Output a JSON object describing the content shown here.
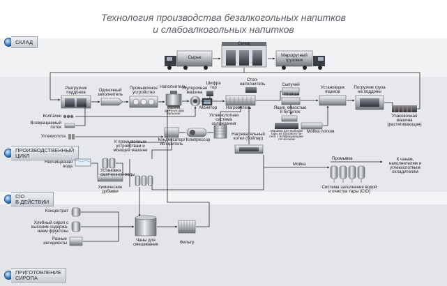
{
  "title": {
    "line1": "Технология производства безалкогольных напитков",
    "line2": "и слабоалкогольных напитков"
  },
  "sections": {
    "sklad": {
      "line1": "СКЛАД",
      "line2": ""
    },
    "cycle": {
      "line1": "ПРОИЗВОДСТВЕННЫЙ",
      "line2": "ЦИКЛ"
    },
    "cip": {
      "line1": "СIO",
      "line2": "В ДЕЙСТВИИ"
    },
    "syrup": {
      "line1": "ПРИГОТОВЛЕНИЕ",
      "line2": "СИРОПА"
    }
  },
  "warehouse": {
    "building": "Склад",
    "truck_raw": "Сырье",
    "truck_route_1": "Маршрутный",
    "truck_route_2": "грузовик"
  },
  "line": {
    "unloader_1": "Разгрузчик",
    "unloader_2": "поддонов",
    "single_filler_1": "Одиночный",
    "single_filler_2": "заполнитель",
    "washer_1": "Промывочное",
    "washer_2": "устройство",
    "filler": "Наполнитель",
    "capper_1": "Укупорочная",
    "capper_2": "машина",
    "coder_1": "Шифра",
    "coder_2": "тор",
    "stop_filler_1": "Стоп-",
    "stop_filler_2": "наполнитель",
    "unloader2": "Сыпучий",
    "box_installer_1": "Установщик",
    "box_installer_2": "ящиков",
    "pallet_loader_1": "Погрузчик груза",
    "pallet_loader_2": "на поддоны",
    "wrapper_1": "Упаковочная",
    "wrapper_2": "машина",
    "wrapper_3": "(растягивающая)",
    "bottle_note_1": "Машины",
    "bottle_note_2": "для укупорки",
    "bottle_note_3": "бутылок",
    "monitor": "Монитор",
    "heater": "Нагреватель",
    "valve": "Клапан",
    "box_1": "Ящик, емкостью",
    "box_2": "8 бутылок",
    "box_washer": "Мойка лотков",
    "return_machine_1": "Машина для выборки",
    "return_machine_2": "тары из грузового па-",
    "return_machine_3": "лета с возвращающим-",
    "return_machine_4": "ся потоком"
  },
  "inputs": {
    "caps": "Колпачки",
    "return_flow_1": "Возвращаемый",
    "return_flow_2": "поток",
    "acid": "Углекислота"
  },
  "cooling": {
    "system_1": "Углекислотная",
    "system_2": "система",
    "system_3": "охлаждения",
    "boiler_1": "Нагревательный",
    "boiler_2": "котел (бойлер)",
    "condenser_1": "Конденсатор/",
    "condenser_2": "испаритель",
    "compressor": "Компрессор",
    "to_washer_1": "К промывочным",
    "to_washer_2": "устройствам и",
    "to_washer_3": "моющей машине"
  },
  "water": {
    "raw_1": "Неочищенная",
    "raw_2": "вода",
    "softener_1": "Установка",
    "softener_2": "смягченной воды",
    "chem_1": "Химические",
    "chem_2": "добавки"
  },
  "cip": {
    "washing": "Мойка",
    "rinse": "Промывка",
    "to_tanks_1": "К чанам,",
    "to_tanks_2": "наполнителям и",
    "to_tanks_3": "углекислотным",
    "to_tanks_4": "охладителям",
    "system_1": "Система заполнения водой",
    "system_2": "и очистка тары (СIO)"
  },
  "syrup": {
    "concentrate": "Концентрат",
    "corn_1": "Хлебный сироп с",
    "corn_2": "высоким содержа-",
    "corn_3": "нием фруктозы",
    "ingredients_1": "Разные",
    "ingredients_2": "ингидиенты",
    "mix_1": "Чаны для",
    "mix_2": "смешивания",
    "filter": "Фильтр"
  },
  "colors": {
    "band_light": "#eceef0",
    "band_dark": "#dfe2e5",
    "line": "#222222",
    "accent_blue": "#2a6fb6"
  }
}
